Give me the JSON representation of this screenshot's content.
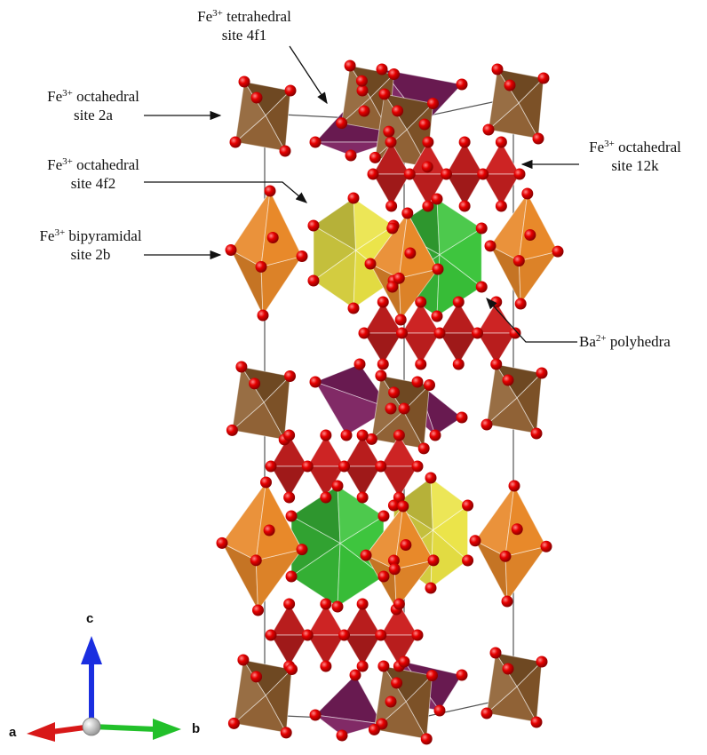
{
  "labels": {
    "tetra_4f1": {
      "ion": "Fe",
      "charge": "3+",
      "kind": "tetrahedral",
      "site": "site 4f1"
    },
    "octa_2a": {
      "ion": "Fe",
      "charge": "3+",
      "kind": "octahedral",
      "site": "site 2a"
    },
    "octa_4f2": {
      "ion": "Fe",
      "charge": "3+",
      "kind": "octahedral",
      "site": "site 4f2"
    },
    "bipy_2b": {
      "ion": "Fe",
      "charge": "3+",
      "kind": "bipyramidal",
      "site": "site 2b"
    },
    "octa_12k": {
      "ion": "Fe",
      "charge": "3+",
      "kind": "octahedral",
      "site": "site 12k"
    },
    "ba": {
      "ion": "Ba",
      "charge": "2+",
      "kind": "polyhedra"
    }
  },
  "axes": {
    "c": "c",
    "a": "a",
    "b": "b"
  },
  "colors": {
    "octa_2a": "#8a5a2b",
    "octa_12k": "#cc2020",
    "tetra_4f1": "#7a1f5e",
    "octa_4f2": "#2ec02e",
    "bipy_2b": "#e8892a",
    "ba": "#e8e030",
    "oxygen": "#e60000",
    "axis_c": "#1a2ee0",
    "axis_a": "#d81818",
    "axis_b": "#22c02a"
  }
}
